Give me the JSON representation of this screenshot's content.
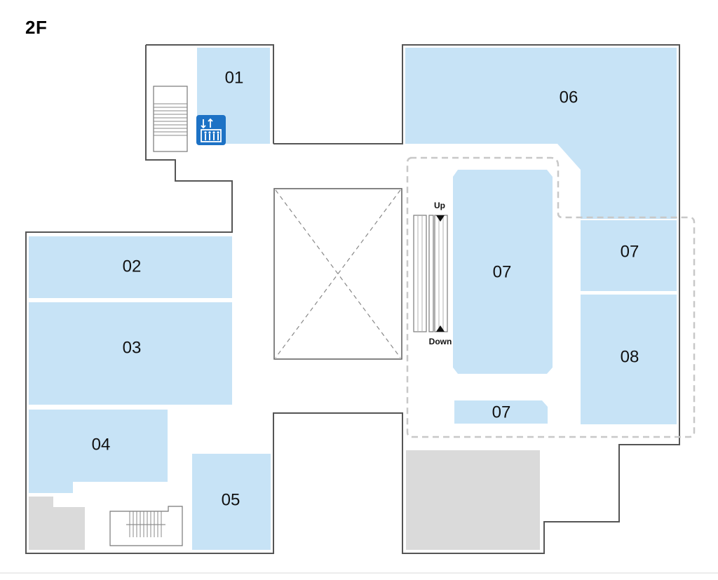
{
  "floor": {
    "title": "2F"
  },
  "colors": {
    "shop": "#c7e3f6",
    "service": "#dadada",
    "outline": "#555555",
    "dashed": "#c8c8c8",
    "elevator": "#1d72c5"
  },
  "rooms": {
    "r01": "01",
    "r02": "02",
    "r03": "03",
    "r04": "04",
    "r05": "05",
    "r06": "06",
    "r07_center": "07",
    "r07_right": "07",
    "r07_bottom": "07",
    "r08": "08"
  },
  "escalator": {
    "up_label": "Up",
    "down_label": "Down"
  },
  "icons": {
    "elevator": "elevator-icon",
    "stairs": "stairs-icon",
    "void": "atrium-void"
  },
  "footer": {
    "dividers": []
  }
}
